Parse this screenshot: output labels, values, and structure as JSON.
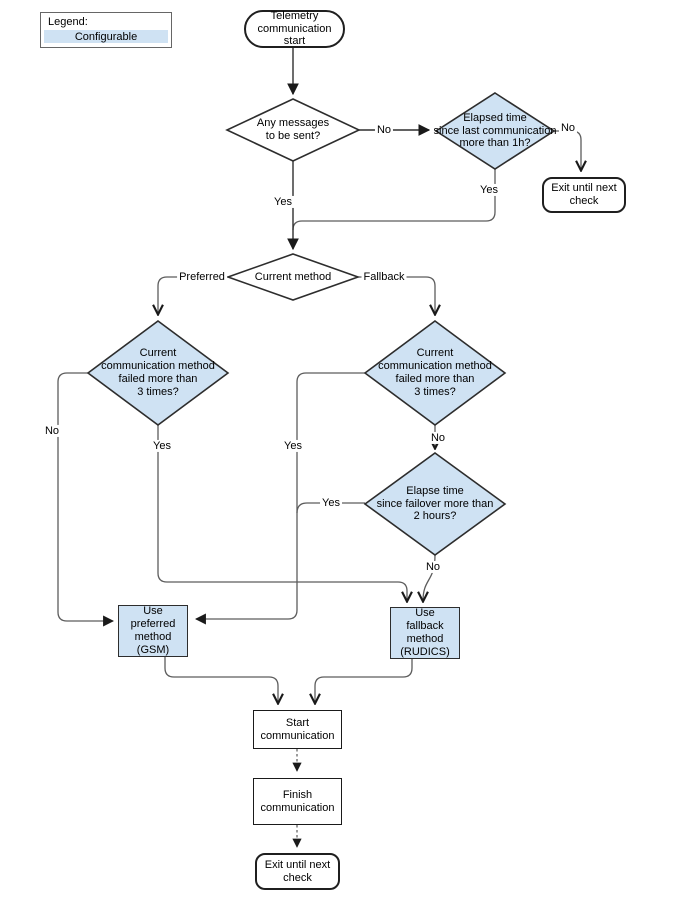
{
  "legend": {
    "title": "Legend:",
    "swatch_label": "Configurable"
  },
  "colors": {
    "configurable_fill": "#cfe2f3",
    "shape_border": "#2d2d2d",
    "connector": "#5c5c5c",
    "arrowhead": "#1a1a1a",
    "background": "#ffffff"
  },
  "nodes": {
    "start": "Telemetry\ncommunication\nstart",
    "any_messages": "Any messages\nto be sent?",
    "elapsed_since_last": "Elapsed time\nsince last communication\nmore than 1h?",
    "exit_top": "Exit until next\ncheck",
    "current_method": "Current method",
    "preferred_failed": "Current\ncommunication method\nfailed more than\n3 times?",
    "fallback_failed": "Current\ncommunication method\nfailed more than\n3 times?",
    "elapse_failover": "Elapse time\nsince failover more than\n2 hours?",
    "use_preferred": "Use\npreferred\nmethod\n(GSM)",
    "use_fallback": "Use\nfallback\nmethod\n(RUDICS)",
    "start_comm": "Start\ncommunication",
    "finish_comm": "Finish\ncommunication",
    "exit_bottom": "Exit until next\ncheck"
  },
  "edges": {
    "any_no": "No",
    "any_yes": "Yes",
    "elapsed_no": "No",
    "elapsed_yes": "Yes",
    "preferred": "Preferred",
    "fallback": "Fallback",
    "preferred_failed_no": "No",
    "preferred_failed_yes": "Yes",
    "fallback_failed_yes": "Yes",
    "fallback_failed_no": "No",
    "failover_yes": "Yes",
    "failover_no": "No"
  }
}
